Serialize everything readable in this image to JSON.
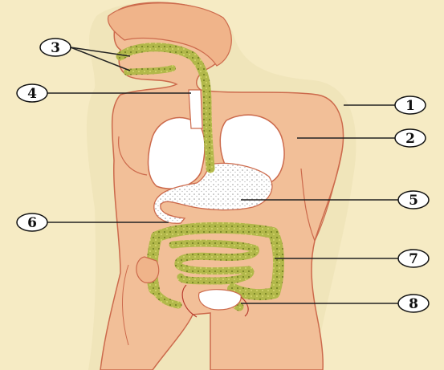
{
  "labels": [
    {
      "id": "1",
      "text": "1"
    },
    {
      "id": "2",
      "text": "2"
    },
    {
      "id": "3",
      "text": "3"
    },
    {
      "id": "4",
      "text": "4"
    },
    {
      "id": "5",
      "text": "5"
    },
    {
      "id": "6",
      "text": "6"
    },
    {
      "id": "7",
      "text": "7"
    },
    {
      "id": "8",
      "text": "8"
    }
  ],
  "colors": {
    "background": "#f6ebc4",
    "skin": "#f2bf98",
    "outline": "#cc6a4c",
    "digestive_tract": "#b2b84a",
    "lungs": "#ffffff",
    "leader_line": "#222222"
  }
}
